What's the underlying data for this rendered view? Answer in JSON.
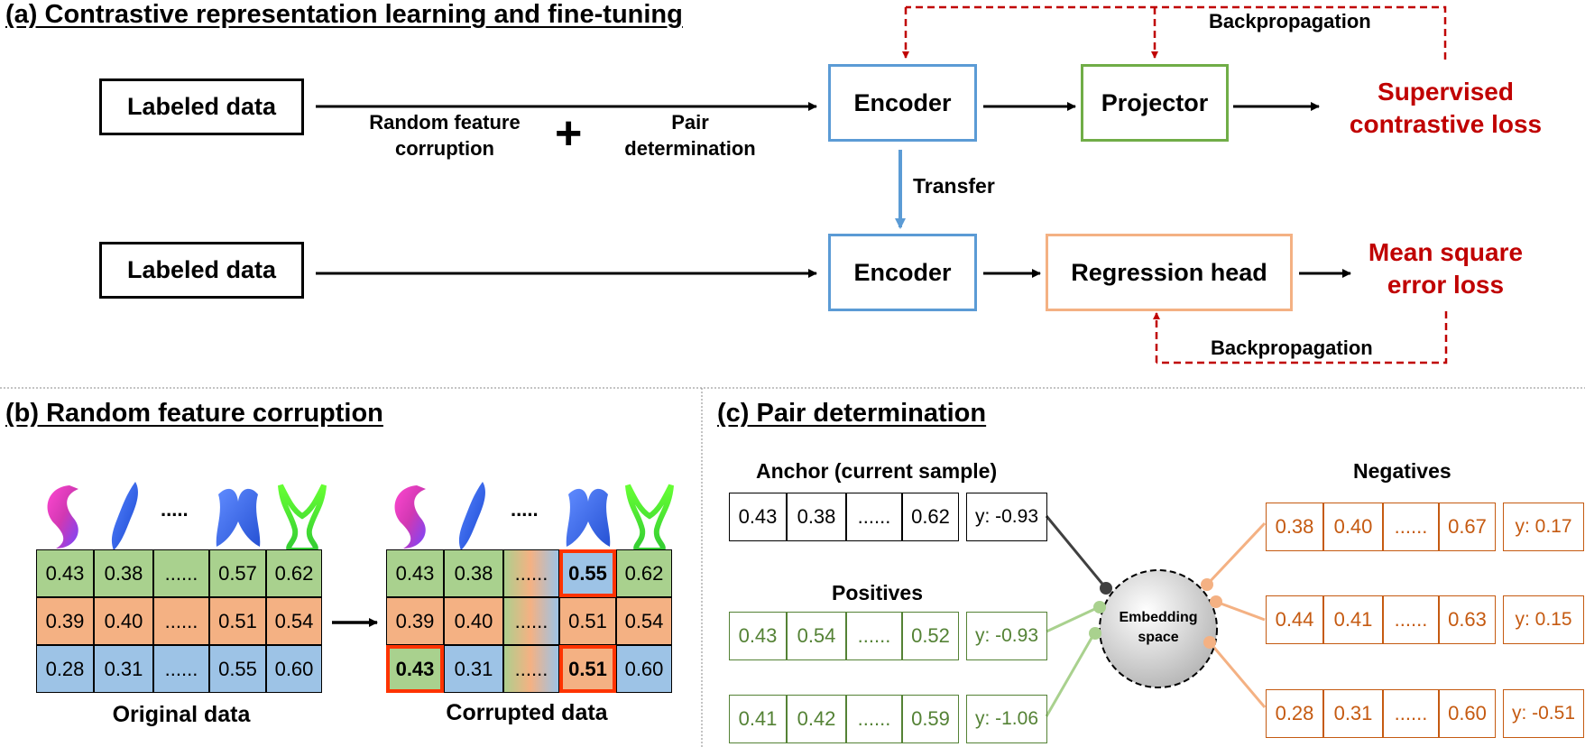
{
  "panel_a": {
    "title": "(a) Contrastive representation learning and fine-tuning",
    "labeled_top": "Labeled data",
    "labeled_bottom": "Labeled data",
    "rfc_label": "Random feature\ncorruption",
    "plus": "+",
    "pair_label": "Pair\ndetermination",
    "encoder_top": "Encoder",
    "encoder_bottom": "Encoder",
    "projector": "Projector",
    "regression_head": "Regression head",
    "transfer": "Transfer",
    "backprop_top": "Backpropagation",
    "backprop_bottom": "Backpropagation",
    "sup_loss": "Supervised\ncontrastive loss",
    "mse_loss": "Mean square\nerror loss",
    "colors": {
      "encoder": "#5b9bd5",
      "projector": "#70ad47",
      "regression": "#f4b183",
      "loss": "#c00000"
    }
  },
  "panel_b": {
    "title": "(b) Random feature corruption",
    "dots": ".....",
    "original_caption": "Original data",
    "corrupted_caption": "Corrupted data",
    "original_rows": [
      [
        "0.43",
        "0.38",
        "......",
        "0.57",
        "0.62"
      ],
      [
        "0.39",
        "0.40",
        "......",
        "0.51",
        "0.54"
      ],
      [
        "0.28",
        "0.31",
        "......",
        "0.55",
        "0.60"
      ]
    ],
    "corrupted_rows": [
      [
        "0.43",
        "0.38",
        "......",
        "0.55",
        "0.62"
      ],
      [
        "0.39",
        "0.40",
        "......",
        "0.51",
        "0.54"
      ],
      [
        "0.43",
        "0.31",
        "......",
        "0.51",
        "0.60"
      ]
    ],
    "row_colors": [
      "#a9d18e",
      "#f4b183",
      "#9dc3e6"
    ]
  },
  "panel_c": {
    "title": "(c) Pair determination",
    "anchor_label": "Anchor (current sample)",
    "positives_label": "Positives",
    "negatives_label": "Negatives",
    "embedding_label": "Embedding\nspace",
    "anchor": {
      "cells": [
        "0.43",
        "0.38",
        "......",
        "0.62"
      ],
      "y": "y: -0.93"
    },
    "positives": [
      {
        "cells": [
          "0.43",
          "0.54",
          "......",
          "0.52"
        ],
        "y": "y: -0.93"
      },
      {
        "cells": [
          "0.41",
          "0.42",
          "......",
          "0.59"
        ],
        "y": "y: -1.06"
      }
    ],
    "negatives": [
      {
        "cells": [
          "0.38",
          "0.40",
          "......",
          "0.67"
        ],
        "y": "y: 0.17"
      },
      {
        "cells": [
          "0.44",
          "0.41",
          "......",
          "0.63"
        ],
        "y": "y: 0.15"
      },
      {
        "cells": [
          "0.28",
          "0.31",
          "......",
          "0.60"
        ],
        "y": "y: -0.51"
      }
    ],
    "colors": {
      "positive": "#548235",
      "positive_line": "#a9d18e",
      "negative": "#c55a11",
      "negative_line": "#f4b183"
    }
  }
}
